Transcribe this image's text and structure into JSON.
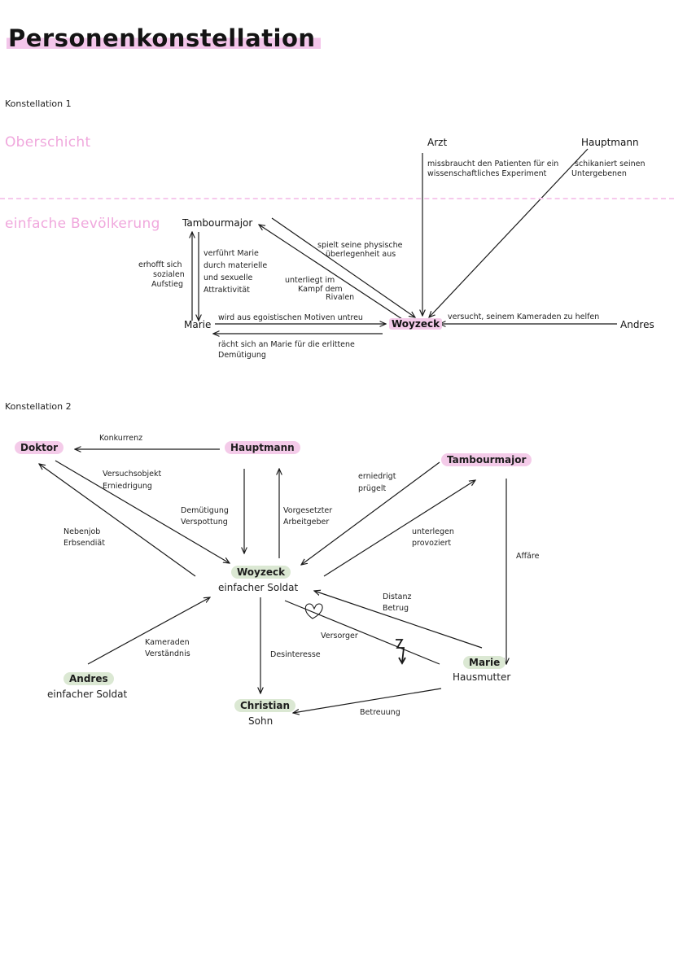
{
  "title": "Personenkonstellation",
  "colors": {
    "pink": "#f4cbe9",
    "pink_text": "#f0a8dd",
    "green": "#dbe8d3",
    "ink": "#1a1a1a"
  },
  "constellation1": {
    "label": "Konstellation 1",
    "layer_upper": "Oberschicht",
    "layer_lower": "einfache Bevölkerung",
    "nodes": {
      "arzt": "Arzt",
      "hauptmann": "Hauptmann",
      "tambourmajor": "Tambourmajor",
      "marie": "Marie",
      "woyzeck": "Woyzeck",
      "andres": "Andres"
    },
    "relations": {
      "arzt_woyzeck_1": "missbraucht den Patienten für ein",
      "arzt_woyzeck_2": "wissenschaftliches Experiment",
      "hauptmann_woyzeck_1": "schikaniert seinen",
      "hauptmann_woyzeck_2": "Untergebenen",
      "tambour_woyzeck_1": "spielt seine physische",
      "tambour_woyzeck_2": "überlegenheit aus",
      "woyzeck_tambour_1": "unterliegt im",
      "woyzeck_tambour_2": "Kampf dem",
      "woyzeck_tambour_3": "Rivalen",
      "tambour_marie_1": "verführt Marie",
      "tambour_marie_2": "durch materielle",
      "tambour_marie_3": "und sexuelle",
      "tambour_marie_4": "Attraktivität",
      "marie_tambour_1": "erhofft sich",
      "marie_tambour_2": "sozialen",
      "marie_tambour_3": "Aufstieg",
      "marie_woyzeck": "wird aus egoistischen Motiven untreu",
      "woyzeck_marie_1": "rächt sich an Marie für die erlittene",
      "woyzeck_marie_2": "Demütigung",
      "andres_woyzeck": "versucht, seinem Kameraden zu helfen"
    }
  },
  "constellation2": {
    "label": "Konstellation 2",
    "nodes": {
      "doktor": "Doktor",
      "hauptmann": "Hauptmann",
      "tambourmajor": "Tambourmajor",
      "woyzeck": "Woyzeck",
      "woyzeck_sub": "einfacher Soldat",
      "andres": "Andres",
      "andres_sub": "einfacher Soldat",
      "christian": "Christian",
      "christian_sub": "Sohn",
      "marie": "Marie",
      "marie_sub": "Hausmutter"
    },
    "relations": {
      "konkurrenz": "Konkurrenz",
      "versuchsobjekt_1": "Versuchsobjekt",
      "versuchsobjekt_2": "Erniedrigung",
      "nebenjob_1": "Nebenjob",
      "nebenjob_2": "Erbsendiät",
      "demuetigung_1": "Demütigung",
      "demuetigung_2": "Verspottung",
      "vorgesetzter_1": "Vorgesetzter",
      "vorgesetzter_2": "Arbeitgeber",
      "erniedrigt_1": "erniedrigt",
      "erniedrigt_2": "prügelt",
      "unterlegen_1": "unterlegen",
      "unterlegen_2": "provoziert",
      "affaere": "Affäre",
      "distanz_1": "Distanz",
      "distanz_2": "Betrug",
      "versorger": "Versorger",
      "kameraden_1": "Kameraden",
      "kameraden_2": "Verständnis",
      "desinteresse": "Desinteresse",
      "betreuung": "Betreuung"
    }
  }
}
